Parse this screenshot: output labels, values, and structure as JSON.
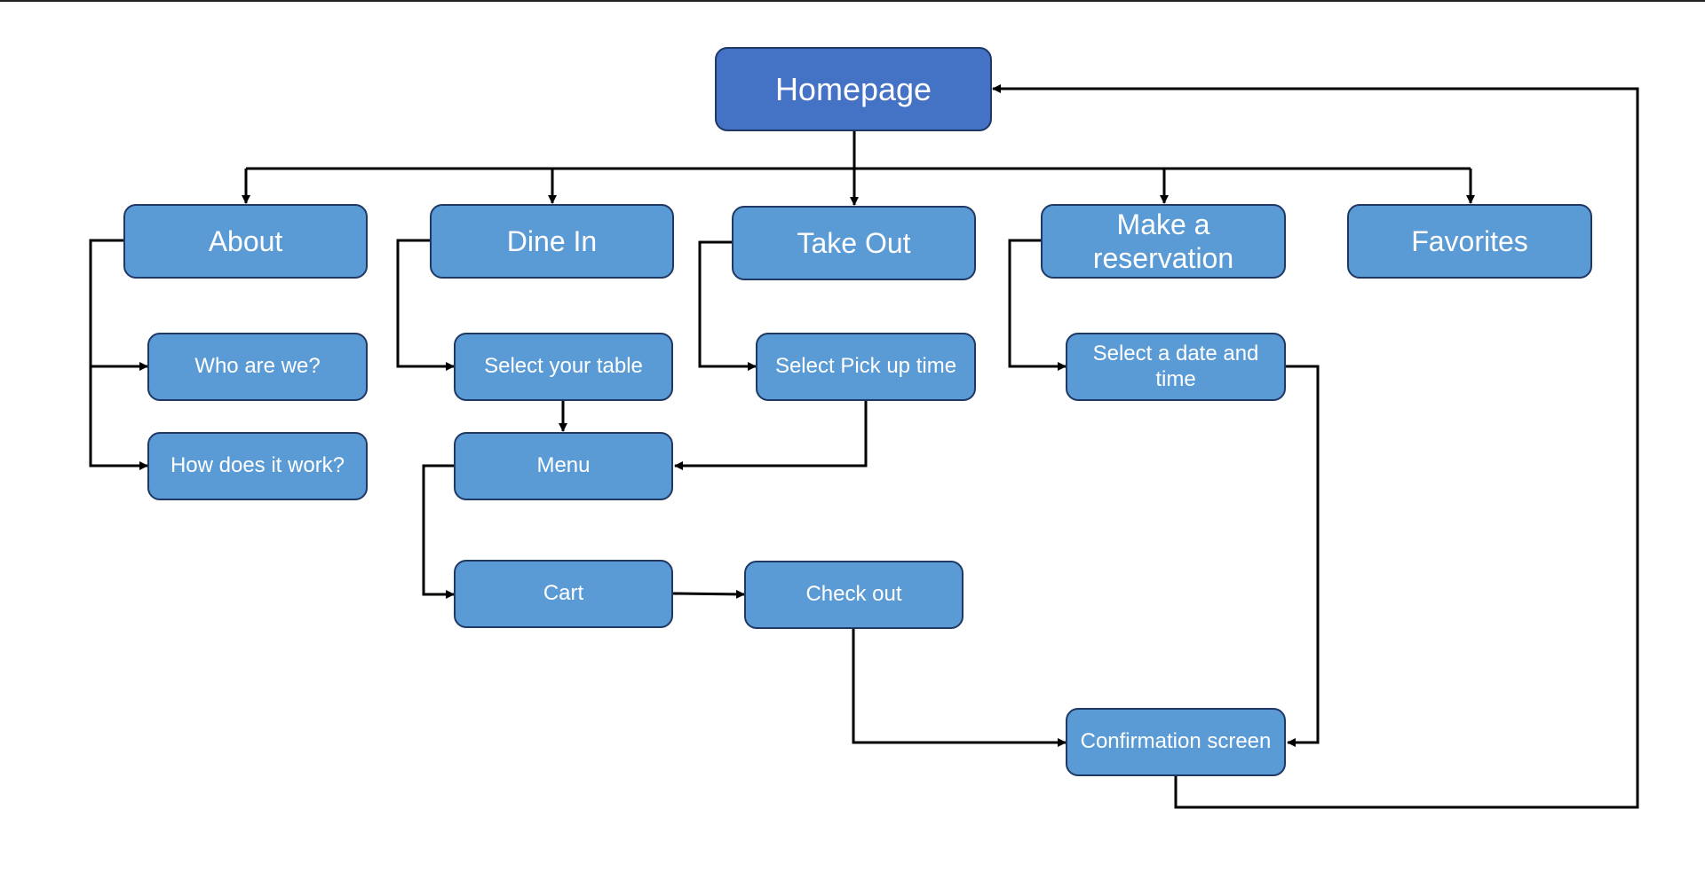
{
  "diagram": {
    "root": "Homepage",
    "sections": {
      "about": "About",
      "dine_in": "Dine In",
      "take_out": "Take Out",
      "reservation": "Make a reservation",
      "favorites": "Favorites"
    },
    "steps": {
      "who_are_we": "Who are we?",
      "how_it_works": "How does it work?",
      "select_table": "Select your table",
      "select_pickup": "Select Pick up time",
      "select_date": "Select a date and time",
      "menu": "Menu",
      "cart": "Cart",
      "check_out": "Check out",
      "confirmation": "Confirmation screen"
    },
    "colors": {
      "root_fill": "#4472c4",
      "node_fill": "#5b9bd5",
      "border": "#1f3864",
      "text": "#ffffff",
      "connector": "#000000"
    }
  }
}
